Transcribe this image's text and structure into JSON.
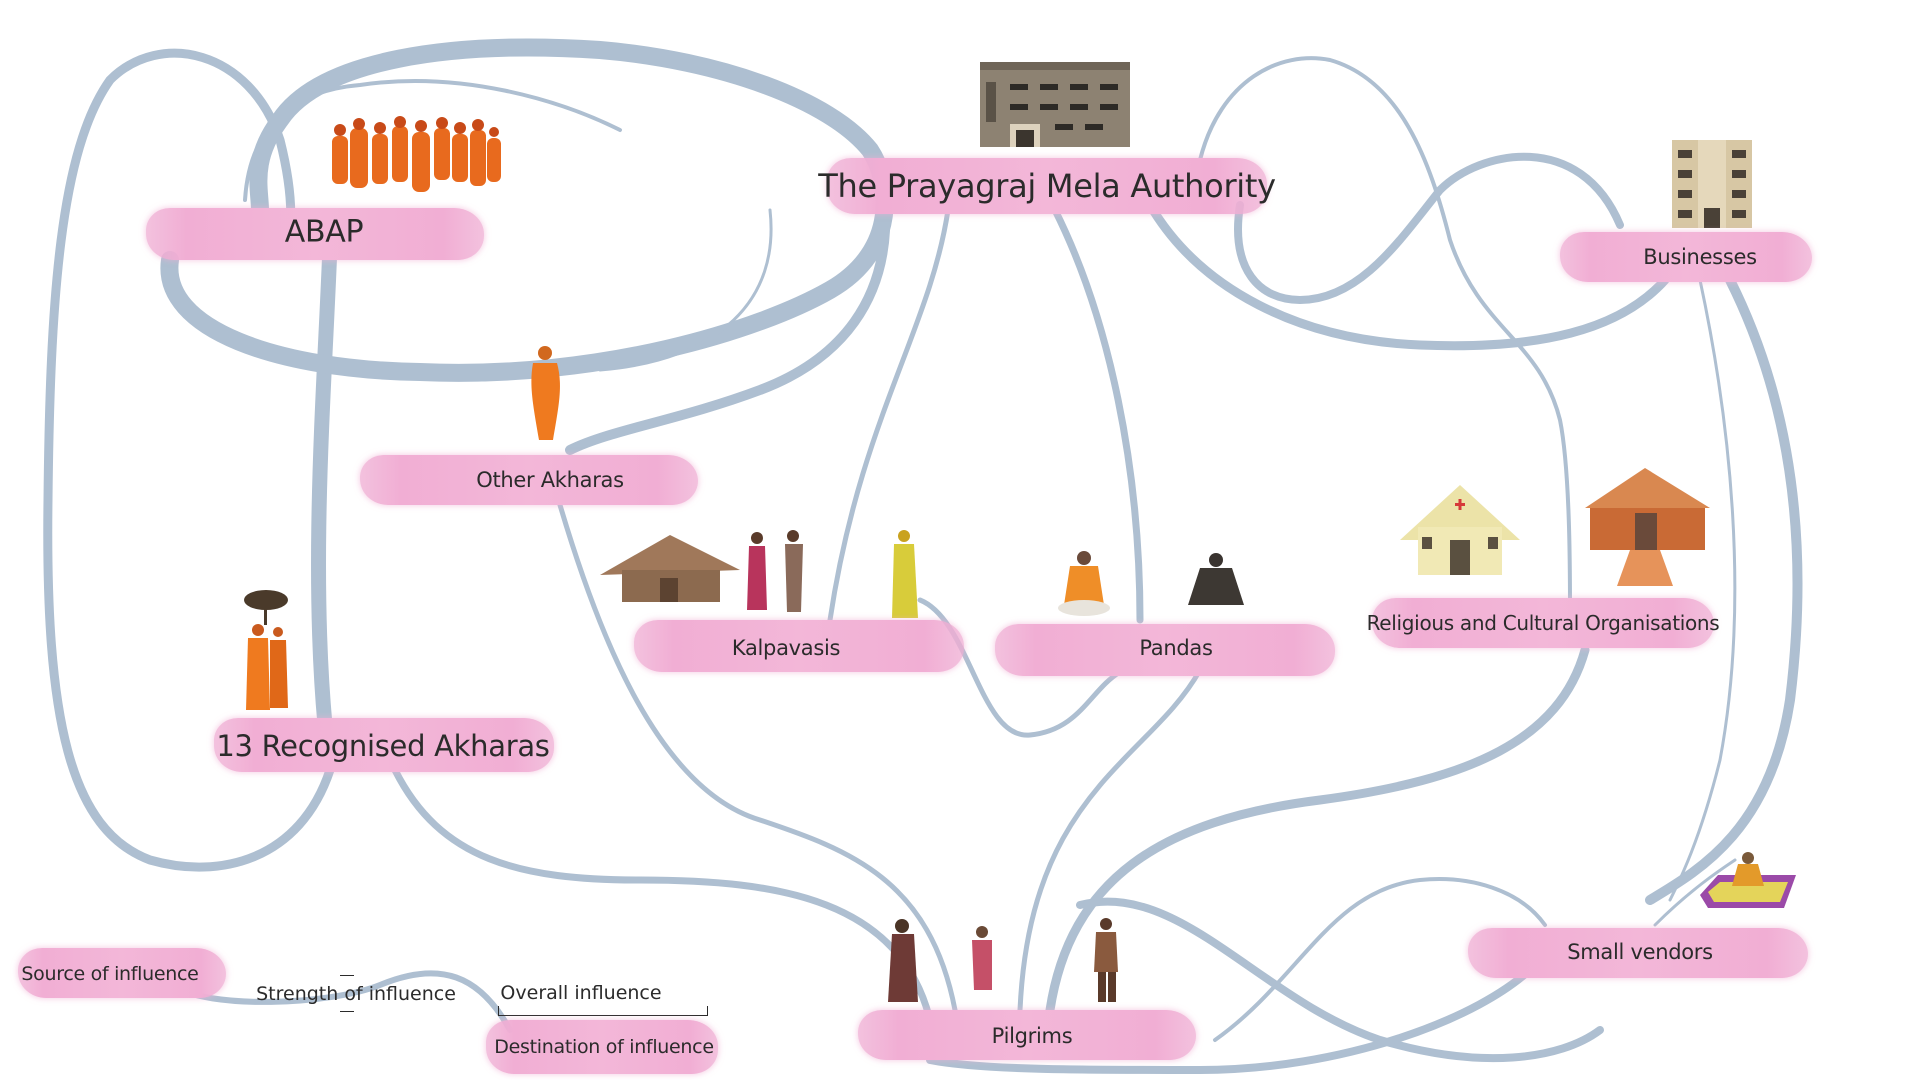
{
  "nodes": {
    "mela_authority": "The Prayagraj Mela Authority",
    "abap": "ABAP",
    "businesses": "Businesses",
    "other_akharas": "Other Akharas",
    "kalpavasis": "Kalpavasis",
    "pandas": "Pandas",
    "religious_orgs": "Religious and Cultural Organisations",
    "recognised_akharas": "13 Recognised Akharas",
    "small_vendors": "Small vendors",
    "pilgrims": "Pilgrims"
  },
  "legend": {
    "source": "Source of influence",
    "strength": "Strength of influence",
    "overall": "Overall influence",
    "destination": "Destination of influence"
  },
  "colors": {
    "flow": "#aebfd1",
    "label_bg": "#f2b2d6",
    "saffron": "#ef7a1f",
    "text": "#2b2b2b"
  },
  "icons": [
    "mela-authority-building-icon",
    "sadhus-group-icon",
    "office-building-icon",
    "saffron-sadhu-icon",
    "thatched-hut-icon",
    "kalpavasi-couple-icon",
    "kalpavasi-woman-icon",
    "panda-priest-icon",
    "medical-tent-icon",
    "cultural-pavilion-icon",
    "sadhus-umbrella-icon",
    "vendor-mat-icon",
    "pilgrims-icon"
  ]
}
